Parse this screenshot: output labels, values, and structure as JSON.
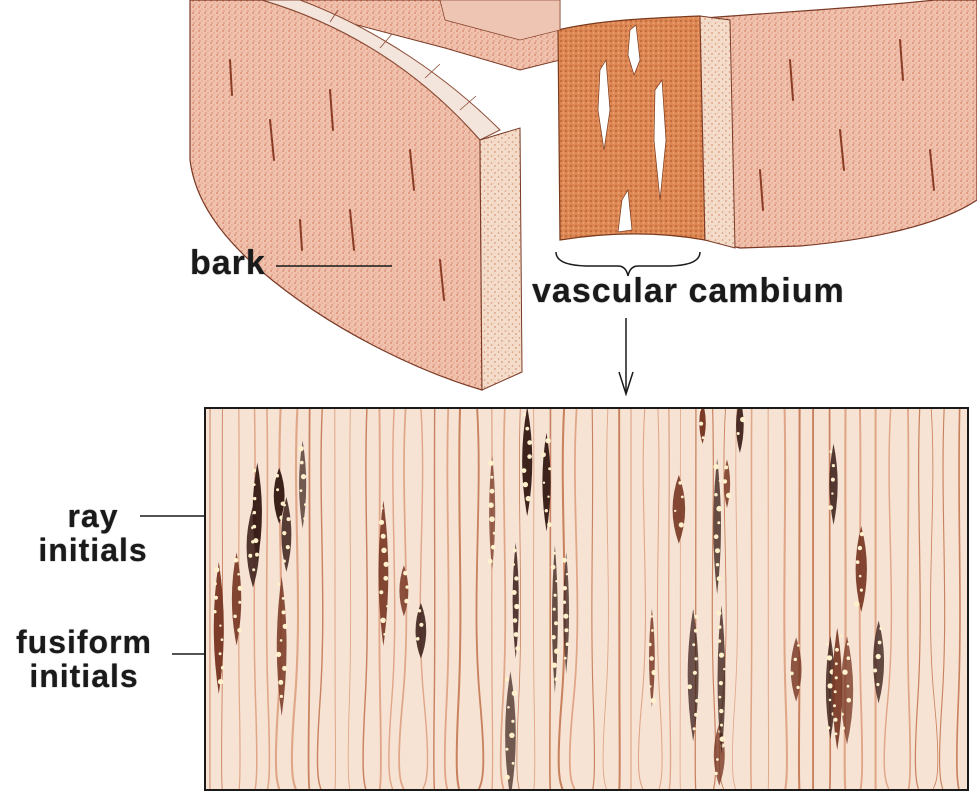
{
  "labels": {
    "bark": "bark",
    "vascular_cambium": "vascular cambium",
    "ray_line1": "ray",
    "ray_line2": "initials",
    "fusiform_line1": "fusiform",
    "fusiform_line2": "initials"
  },
  "colors": {
    "bark_light": "#f1c9b8",
    "bark_mid": "#e8a98f",
    "bark_dark": "#c46a47",
    "cambium": "#d9814f",
    "cambium_dark": "#b85e30",
    "cell_light": "#f7e8da",
    "ray_dark": "#3a1e18",
    "line": "#1a1a1a"
  }
}
